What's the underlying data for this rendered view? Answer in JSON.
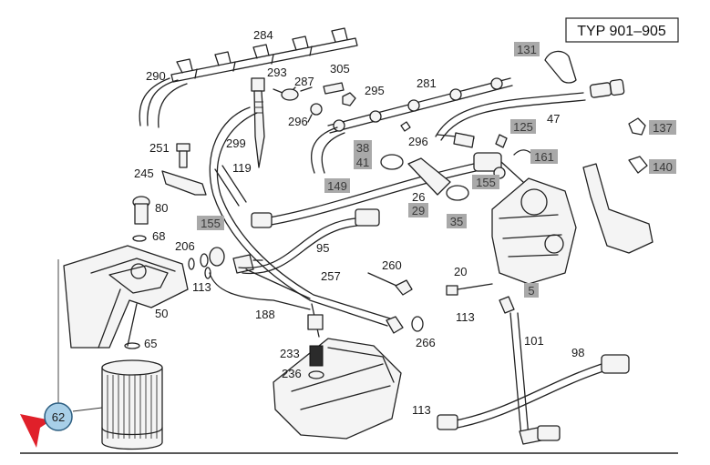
{
  "title": "TYP 901–905",
  "labels": {
    "l284": "284",
    "l290": "290",
    "l293": "293",
    "l287": "287",
    "l305": "305",
    "l295": "295",
    "l281": "281",
    "l296a": "296",
    "l296b": "296",
    "l47": "47",
    "l251": "251",
    "l299": "299",
    "l119": "119",
    "l245": "245",
    "l80": "80",
    "l68": "68",
    "l206": "206",
    "l95": "95",
    "l257": "257",
    "l260": "260",
    "l26": "26",
    "l20": "20",
    "l113a": "113",
    "l50": "50",
    "l188": "188",
    "l113b": "113",
    "l101": "101",
    "l65": "65",
    "l233": "233",
    "l236": "236",
    "l266": "266",
    "l98": "98",
    "l113c": "113"
  },
  "highlighted": {
    "h131": "131",
    "h125": "125",
    "h137": "137",
    "h38": "38",
    "h41": "41",
    "h161": "161",
    "h140": "140",
    "h155a": "155",
    "h149": "149",
    "h155b": "155",
    "h29": "29",
    "h35": "35",
    "h5": "5"
  },
  "callout": {
    "label": "62"
  },
  "colors": {
    "highlight": "#a9a9a9",
    "callout_fill": "#a8cfe8",
    "arrow": "#e0202a"
  }
}
